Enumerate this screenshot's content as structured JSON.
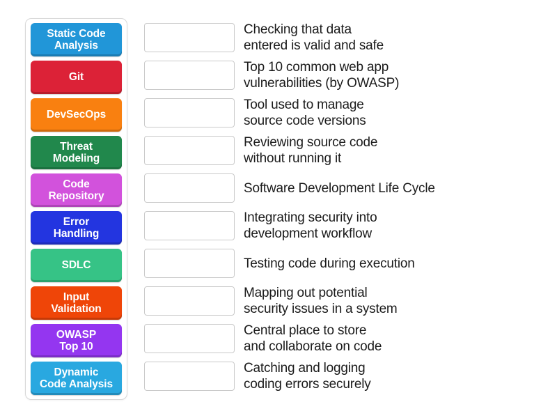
{
  "tray": {
    "name": "draggable-terms-tray",
    "tiles": [
      {
        "label": "Static Code\nAnalysis",
        "color": "#2196d8",
        "name": "tile-static-code-analysis"
      },
      {
        "label": "Git",
        "color": "#dc2237",
        "name": "tile-git"
      },
      {
        "label": "DevSecOps",
        "color": "#f98010",
        "name": "tile-devsecops"
      },
      {
        "label": "Threat\nModeling",
        "color": "#21884c",
        "name": "tile-threat-modeling"
      },
      {
        "label": "Code\nRepository",
        "color": "#d252dc",
        "name": "tile-code-repository"
      },
      {
        "label": "Error\nHandling",
        "color": "#2335e0",
        "name": "tile-error-handling"
      },
      {
        "label": "SDLC",
        "color": "#36c386",
        "name": "tile-sdlc"
      },
      {
        "label": "Input\nValidation",
        "color": "#ef4508",
        "name": "tile-input-validation"
      },
      {
        "label": "OWASP\nTop 10",
        "color": "#9436f0",
        "name": "tile-owasp-top-10"
      },
      {
        "label": "Dynamic\nCode Analysis",
        "color": "#29a8e0",
        "name": "tile-dynamic-code-analysis"
      }
    ]
  },
  "rows": [
    {
      "definition": "Checking that data\nentered is valid and safe",
      "answer": "",
      "name": "row-checking-that-data"
    },
    {
      "definition": "Top 10 common web app\nvulnerabilities (by OWASP)",
      "answer": "",
      "name": "row-top-10-common-web-app"
    },
    {
      "definition": "Tool used to manage\nsource code versions",
      "answer": "",
      "name": "row-tool-used-to-manage"
    },
    {
      "definition": "Reviewing source code\nwithout running it",
      "answer": "",
      "name": "row-reviewing-source-code"
    },
    {
      "definition": "Software Development Life Cycle",
      "answer": "",
      "name": "row-software-development-life-cycle"
    },
    {
      "definition": "Integrating security into\ndevelopment workflow",
      "answer": "",
      "name": "row-integrating-security-into"
    },
    {
      "definition": "Testing code during execution",
      "answer": "",
      "name": "row-testing-code-during-execution"
    },
    {
      "definition": "Mapping out potential\nsecurity issues in a system",
      "answer": "",
      "name": "row-mapping-out-potential"
    },
    {
      "definition": "Central place to store\nand collaborate on code",
      "answer": "",
      "name": "row-central-place-to-store"
    },
    {
      "definition": "Catching and logging\ncoding errors securely",
      "answer": "",
      "name": "row-catching-and-logging"
    }
  ],
  "colors": {
    "page_background": "#ffffff",
    "tray_border": "#d8d8d8",
    "drop_box_border": "#c9c9c9",
    "definition_text": "#1b1b1b",
    "tile_text": "#ffffff"
  }
}
